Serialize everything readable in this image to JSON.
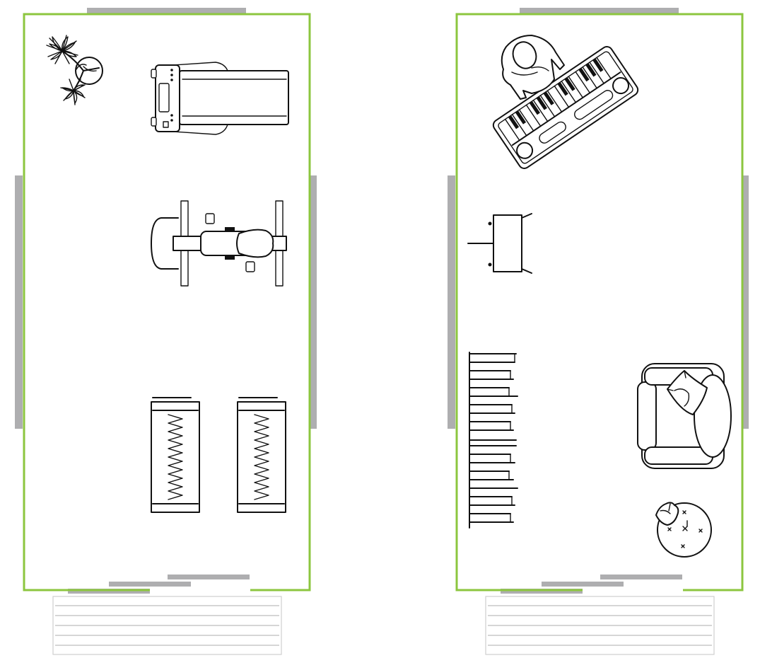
{
  "colors": {
    "wall": "#8cc63f",
    "window": "#aeaeb0",
    "furniture_outline": "#111111",
    "stairs": "#bdbdbd",
    "background": "#ffffff"
  },
  "rooms": [
    {
      "name": "room-left",
      "items": [
        "plant-icon",
        "treadmill-icon",
        "weight-bench-icon",
        "exercise-mat-icon",
        "exercise-mat-icon"
      ],
      "stair_steps": 5
    },
    {
      "name": "room-right",
      "items": [
        "person-at-keyboard-icon",
        "side-table-icon",
        "bookshelf-icon",
        "armchair-icon",
        "round-table-icon"
      ],
      "stair_steps": 5
    }
  ]
}
